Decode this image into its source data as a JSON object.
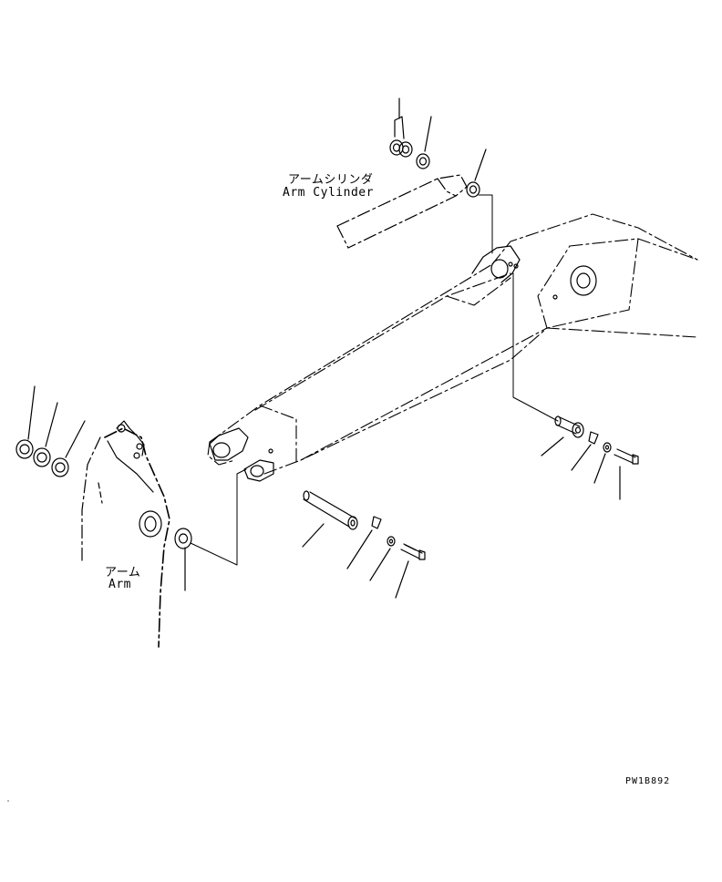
{
  "labels": {
    "arm_cylinder_ja": "アームシリンダ",
    "arm_cylinder_en": "Arm Cylinder",
    "arm_ja": "アーム",
    "arm_en": "Arm",
    "drawing_code": "PW1B892"
  },
  "colors": {
    "line": "#000000",
    "background": "#ffffff"
  }
}
